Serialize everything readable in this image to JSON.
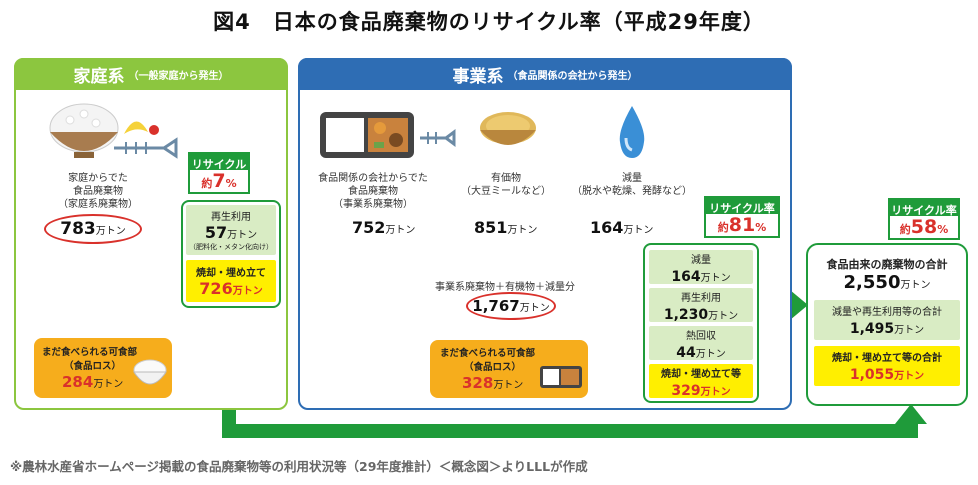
{
  "title": "図4　日本の食品廃棄物のリサイクル率（平成29年度）",
  "footnote": "※農林水産省ホームページ掲載の食品廃棄物等の利用状況等（29年度推計）＜概念図＞よりLLLが作成",
  "colors": {
    "household": "#8cc63f",
    "business": "#2e6db4",
    "green_arrow": "#1f9b3a",
    "yellow_arrow": "#ffef00",
    "accent_red": "#d9312b",
    "orange_box": "#f6ad1c"
  },
  "household": {
    "header": "家庭系",
    "header_sub": "（一般家庭から発生）",
    "source_label_1": "家庭からでた",
    "source_label_2": "食品廃棄物",
    "source_label_3": "（家庭系廃棄物）",
    "total_value": "783",
    "total_unit": "万トン",
    "rate_label": "リサイクル率",
    "rate_prefix": "約",
    "rate_value": "7",
    "rate_suffix": "%",
    "reuse_label": "再生利用",
    "reuse_value": "57",
    "reuse_unit": "万トン",
    "reuse_note": "（肥料化・メタン化向け）",
    "burn_label": "焼却・埋め立て",
    "burn_value": "726",
    "burn_unit": "万トン",
    "loss_label_1": "まだ食べられる可食部",
    "loss_label_2": "（食品ロス）",
    "loss_value": "284",
    "loss_unit": "万トン"
  },
  "business": {
    "header": "事業系",
    "header_sub": "（食品関係の会社から発生）",
    "src1_label_1": "食品関係の会社からでた",
    "src1_label_2": "食品廃棄物",
    "src1_label_3": "（事業系廃棄物）",
    "src1_value": "752",
    "src2_label_1": "有価物",
    "src2_label_2": "（大豆ミールなど）",
    "src2_value": "851",
    "src3_label_1": "減量",
    "src3_label_2": "（脱水や乾燥、発酵など）",
    "src3_value": "164",
    "unit": "万トン",
    "sum_label": "事業系廃棄物＋有機物＋減量分",
    "sum_value": "1,767",
    "rate_label": "リサイクル率",
    "rate_prefix": "約",
    "rate_value": "81",
    "rate_suffix": "%",
    "reduce_label": "減量",
    "reduce_value": "164",
    "reuse_label": "再生利用",
    "reuse_value": "1,230",
    "heat_label": "熱回収",
    "heat_value": "44",
    "burn_label": "焼却・埋め立て等",
    "burn_value": "329",
    "loss_label_1": "まだ食べられる可食部",
    "loss_label_2": "（食品ロス）",
    "loss_value": "328",
    "loss_unit": "万トン"
  },
  "total": {
    "rate_label": "リサイクル率",
    "rate_prefix": "約",
    "rate_value": "58",
    "rate_suffix": "%",
    "title": "食品由来の廃棄物の合計",
    "total_value": "2,550",
    "unit": "万トン",
    "reuse_label": "減量や再生利用等の合計",
    "reuse_value": "1,495",
    "burn_label": "焼却・埋め立て等の合計",
    "burn_value": "1,055"
  }
}
